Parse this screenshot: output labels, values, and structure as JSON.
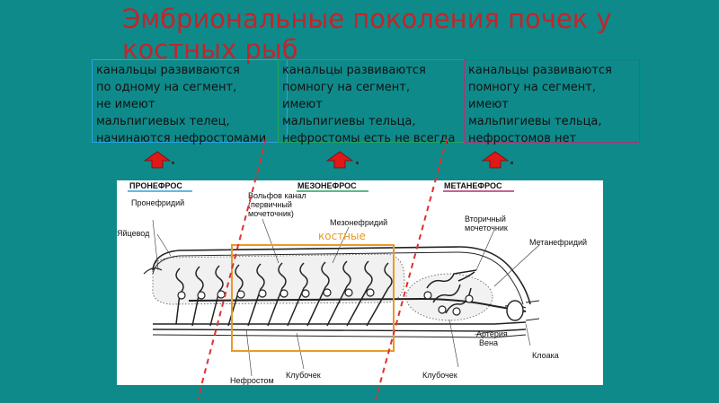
{
  "title": {
    "line1": "Эмбриональные поколения почек у",
    "line2": "костных рыб"
  },
  "boxes": [
    {
      "lines": [
        "канальцы развиваются",
        "по одному на сегмент,",
        "не имеют",
        "мальпигиевых телец,",
        "начинаются нефростомами"
      ]
    },
    {
      "lines": [
        "канальцы развиваются",
        "помногу на сегмент,",
        "имеют",
        "мальпигиевы тельца,",
        "нефростомы есть не всегда"
      ]
    },
    {
      "lines": [
        "канальцы развиваются",
        "помногу на сегмент,",
        "имеют",
        "мальпигиевы тельца,",
        "нефростомов нет"
      ]
    }
  ],
  "diagram": {
    "headers": {
      "pronephros": "ПРОНЕФРОС",
      "mesonephros": "МЕЗОНЕФРОС",
      "metanephros": "МЕТАНЕФРОС"
    },
    "labels": {
      "pronephridium": "Пронефридий",
      "oviduct": "Яйцевод",
      "wolffian_duct": [
        "Вольфов канал",
        "(первичный",
        "мочеточник)"
      ],
      "mesonephridium": "Мезонефридий",
      "secondary_ureter": [
        "Вторичный",
        "мочеточник"
      ],
      "metanephridium": "Метанефридий",
      "artery": "Артерия",
      "vein": "Вена",
      "cloaca": "Клоака",
      "nephrostome": "Нефростом",
      "glomerulus1": "Клубочек",
      "glomerulus2": "Клубочек"
    },
    "highlight_label": "костные"
  },
  "colors": {
    "background": "#0f8a8a",
    "title": "#c0262c",
    "arrow": "#e01818",
    "box1_border": "#2aa3e6",
    "box2_border": "#23a45a",
    "box3_border": "#b03070",
    "highlight": "#e89a28",
    "dashed_line": "#e03030"
  }
}
